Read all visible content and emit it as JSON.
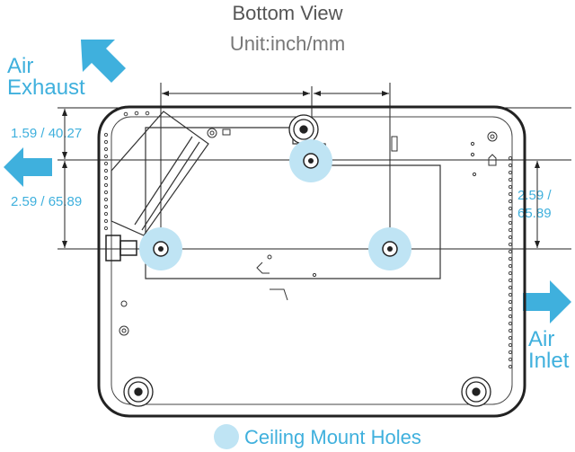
{
  "header": {
    "title": "Bottom View",
    "subtitle": "Unit:inch/mm"
  },
  "labels": {
    "air_exhaust_line1": "Air",
    "air_exhaust_line2": "Exhaust",
    "air_inlet_line1": "Air",
    "air_inlet_line2": "Inlet"
  },
  "dimensions": {
    "left_top": "1.59 / 40.27",
    "left_bottom": "2.59 / 65.89",
    "right_line1": "2.59 /",
    "right_line2": "65.89"
  },
  "legend": {
    "label": "Ceiling Mount Holes"
  },
  "colors": {
    "accent": "#3fb0dd",
    "hole_fill": "#bfe4f4",
    "line": "#222222",
    "title": "#555555"
  }
}
